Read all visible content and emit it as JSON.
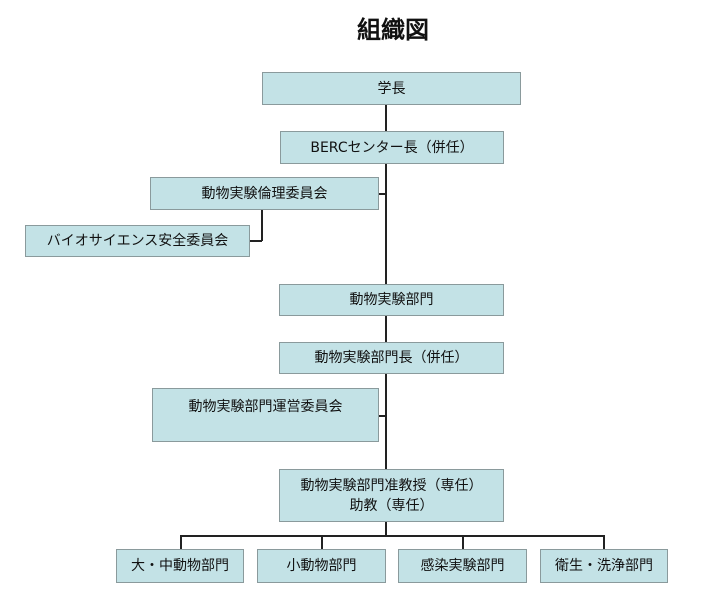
{
  "title": "組織図",
  "nodes": {
    "president": "学長",
    "center_director": "BERCセンター長（併任）",
    "ethics_committee": "動物実験倫理委員会",
    "bioscience_committee": "バイオサイエンス安全委員会",
    "animal_division": "動物実験部門",
    "division_head": "動物実験部門長（併任）",
    "steering_committee": "動物実験部門運営委員会",
    "associate_professor": "動物実験部門准教授（専任）",
    "assistant_professor": "助教（専任）"
  },
  "sections": [
    "大・中動物部門",
    "小動物部門",
    "感染実験部門",
    "衛生・洗浄部門"
  ],
  "colors": {
    "box_fill": "#c3e2e6",
    "box_border": "#8a9a9c",
    "line": "#222222"
  }
}
